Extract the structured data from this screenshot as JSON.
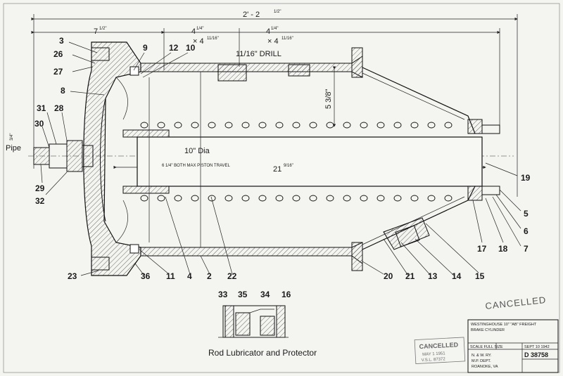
{
  "dimensions": {
    "overall": "2' - 2",
    "overall_frac": "1/2\"",
    "left": "7",
    "left_frac": "1/2\"",
    "upper_a": "4",
    "upper_a_frac": "1/4\"",
    "upper_a2": "× 4",
    "upper_a2_frac": "11/16\"",
    "upper_b": "4",
    "upper_b_frac": "1/4\"",
    "upper_b2": "× 4",
    "upper_b2_frac": "11/16\"",
    "drill": "11/16\" DRILL",
    "vertical": "5 3/8\"",
    "rod_dia": "10\" Dia",
    "rod_len": "21",
    "rod_len_frac": "9/16\"",
    "piston_travel": "6 1/4\" BOTH MAX PISTON TRAVEL",
    "pipe": "Pipe",
    "pipe_size": "3/4\""
  },
  "part_numbers": {
    "p3": "3",
    "p26": "26",
    "p27": "27",
    "p8": "8",
    "p9": "9",
    "p12": "12",
    "p10": "10",
    "p31": "31",
    "p28": "28",
    "p30": "30",
    "p29": "29",
    "p32": "32",
    "p19": "19",
    "p5": "5",
    "p6": "6",
    "p7": "7",
    "p17": "17",
    "p18": "18",
    "p23": "23",
    "p36": "36",
    "p11": "11",
    "p4": "4",
    "p2": "2",
    "p22": "22",
    "p20": "20",
    "p21": "21",
    "p13": "13",
    "p14": "14",
    "p15": "15",
    "p33": "33",
    "p35": "35",
    "p34": "34",
    "p16": "16"
  },
  "detail_caption": "Rod Lubricator and Protector",
  "handwritten_note": "CANCELLED",
  "stamp": {
    "title": "CANCELLED",
    "line2": "MAY 1 1951",
    "line3": "V.S.L. 87372"
  },
  "title_block": {
    "title_line1": "WESTINGHOUSE 10\" \"AB\" FREIGHT",
    "title_line2": "BRAKE CYLINDER",
    "scale": "SCALE FULL SIZE",
    "date": "SEPT 10 1942",
    "company1": "N. & W. RY.",
    "company2": "M.P. DEPT.",
    "company3": "ROANOKE, VA",
    "drawing_no": "D 38758"
  }
}
